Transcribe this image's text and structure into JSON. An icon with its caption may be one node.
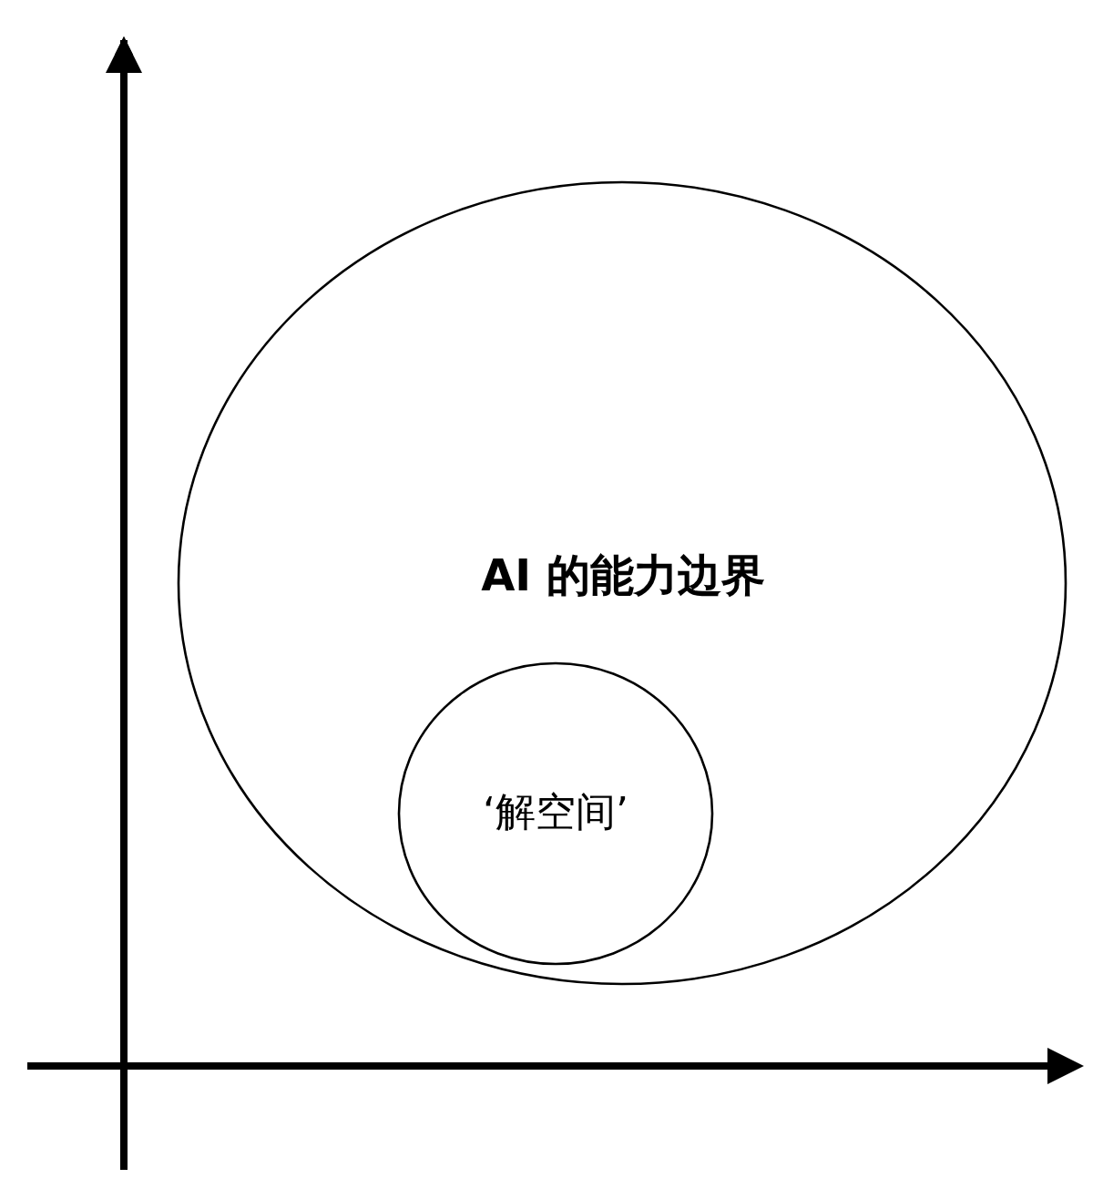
{
  "diagram": {
    "nodes": [
      {
        "text": [
          "AI 的能力边界"
        ]
      },
      {
        "text": [
          "‘解空间’"
        ],
        "in": 0
      }
    ]
  }
}
